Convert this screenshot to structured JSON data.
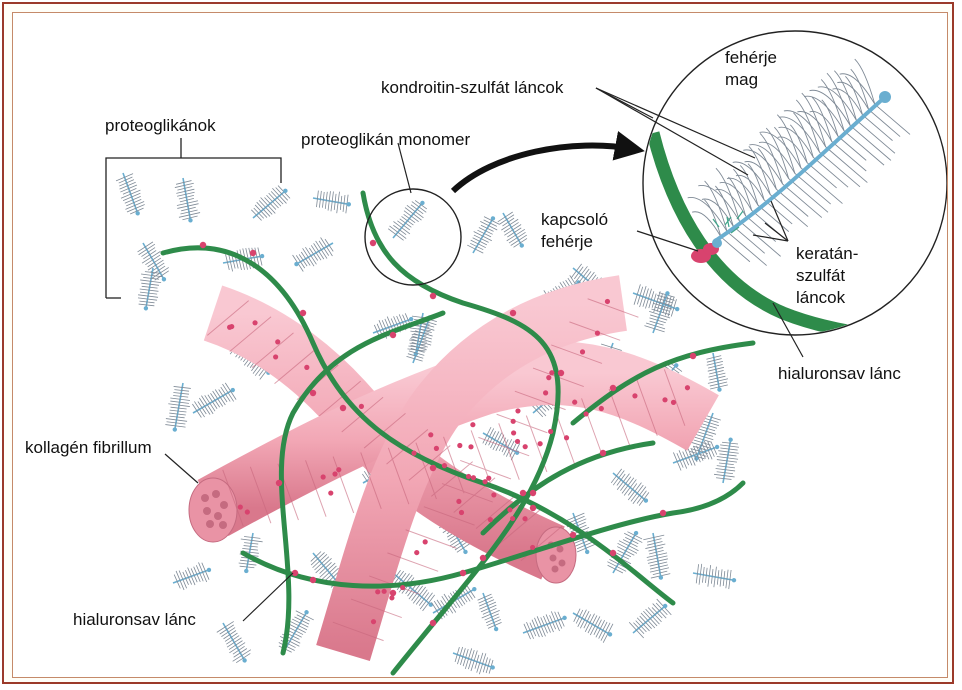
{
  "labels": {
    "proteoglikanok": "proteoglikánok",
    "monomer": "proteoglikán monomer",
    "kondroitin": "kondroitin-szulfát láncok",
    "feherje": "fehérje",
    "mag": "mag",
    "kapcsolo": "kapcsoló",
    "kapcsolo2": "fehérje",
    "keratan1": "keratán-",
    "keratan2": "szulfát",
    "keratan3": "láncok",
    "hialuron_right": "hialuronsav lánc",
    "kollagen": "kollagén fibrillum",
    "hialuron_left": "hialuronsav lánc"
  },
  "colors": {
    "frame": "#9b3a2a",
    "collagen": "#f2a7b5",
    "collagen_dark": "#d9788c",
    "hyaluronan": "#2e8b4a",
    "core_protein": "#6aaed0",
    "chains": "#7f8a96",
    "node": "#d8436e"
  }
}
